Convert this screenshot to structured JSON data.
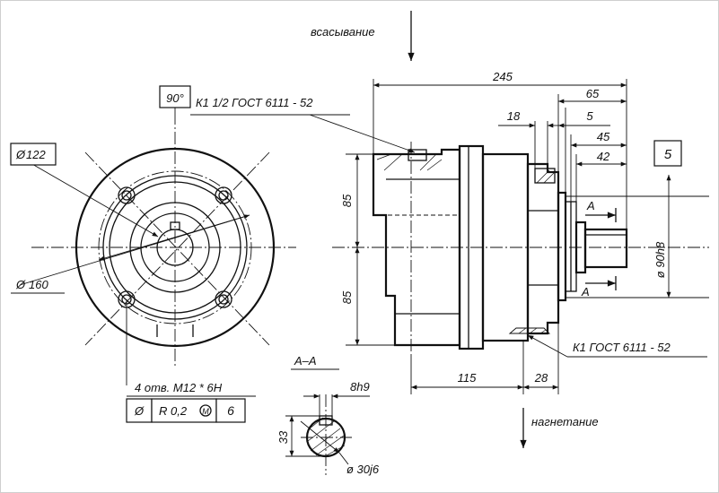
{
  "labels": {
    "suction": "всасывание",
    "discharge": "нагнетание",
    "angle": "90°",
    "port_top": "К1 1/2 ГОСТ 6111 - 52",
    "port_bottom": "К1 ГОСТ 6111 - 52",
    "dia_122": "122",
    "dia_160": "160",
    "holes": "4 отв. М12 * 6H",
    "tol_symbol": "Ø",
    "tol_value": "R 0,2",
    "tol_datum": "6",
    "datum_5": "5",
    "section": "А–А",
    "section_mark": "А",
    "dim_245": "245",
    "dim_65": "65",
    "dim_18": "18",
    "dim_5": "5",
    "dim_45": "45",
    "dim_42": "42",
    "dim_85a": "85",
    "dim_85b": "85",
    "dim_115": "115",
    "dim_28": "28",
    "dim_90h8": "ø 90h8",
    "dim_8h9": "8h9",
    "dim_33": "33",
    "dim_30j6": "ø 30j6"
  }
}
